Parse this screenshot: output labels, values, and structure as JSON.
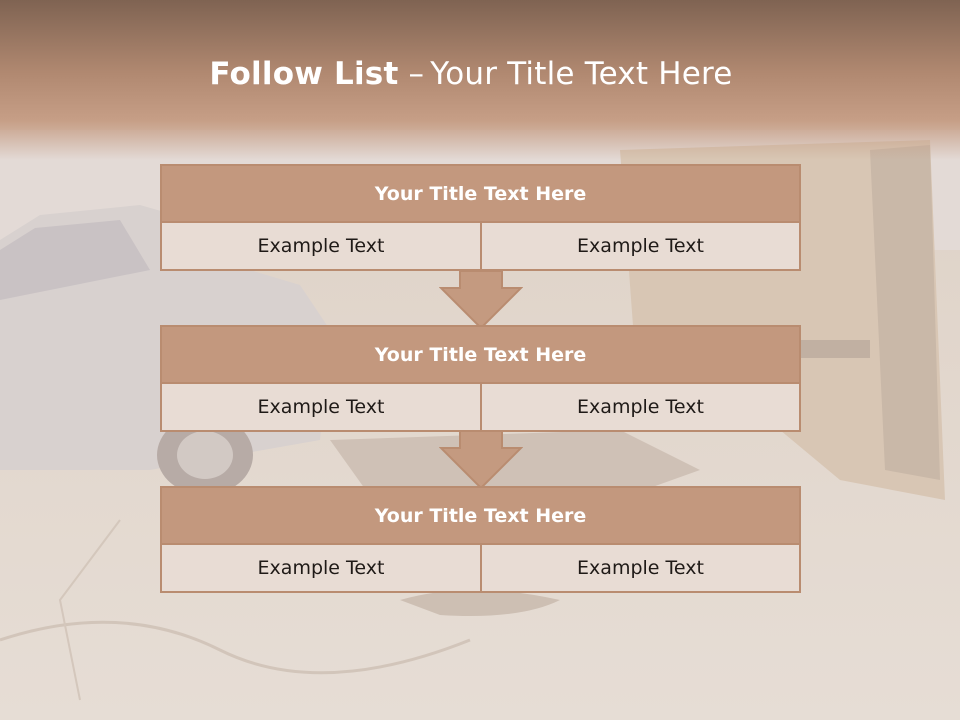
{
  "slide": {
    "title_bold": "Follow List",
    "title_separator": "–",
    "title_rest": "Your Title Text Here"
  },
  "blocks": [
    {
      "title": "Your Title Text Here",
      "left_text": "Example Text",
      "right_text": "Example Text"
    },
    {
      "title": "Your Title Text Here",
      "left_text": "Example Text",
      "right_text": "Example Text"
    },
    {
      "title": "Your Title Text Here",
      "left_text": "Example Text",
      "right_text": "Example Text"
    }
  ],
  "colors": {
    "accent": "#b98c70",
    "header_fill": "#c49a80",
    "cell_fill": "#ece2dc"
  },
  "icons": [
    "down-arrow-icon"
  ]
}
